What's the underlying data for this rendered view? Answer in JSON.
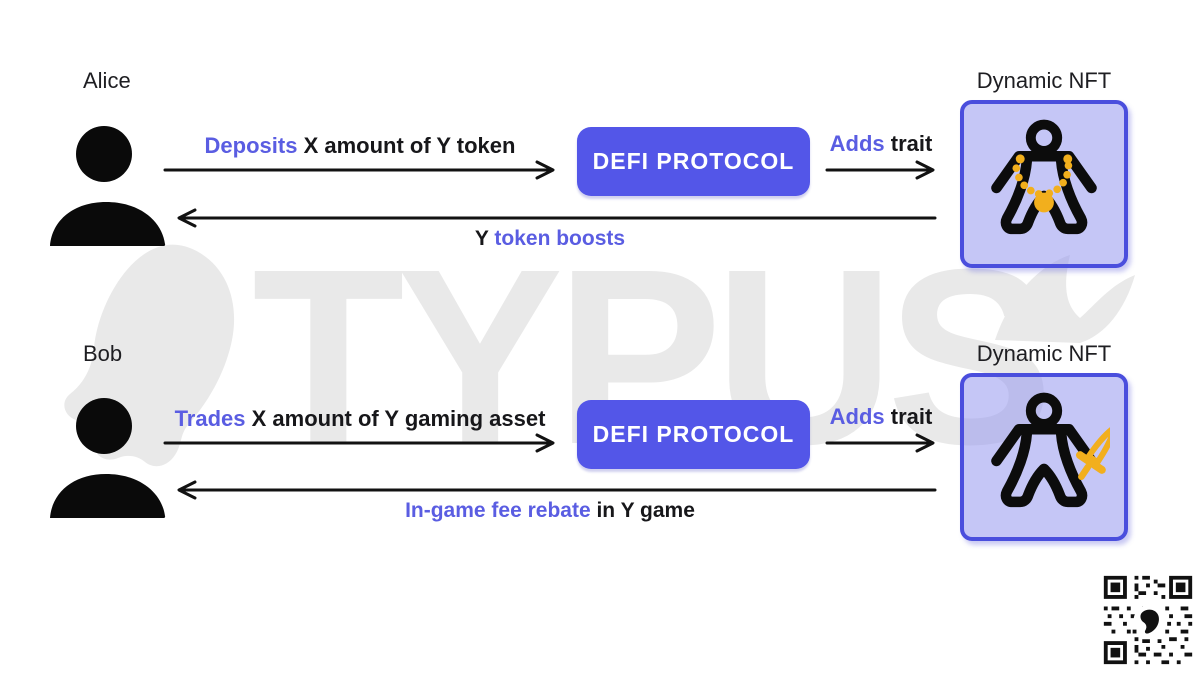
{
  "colors": {
    "accent": "#5a5de2",
    "protocol_button_bg": "#5356e8",
    "nft_border": "#4a4edd",
    "nft_fill": "#c5c6f4",
    "trait_gold": "#F2AF1D",
    "text_dark": "#17171a",
    "watermark_gray": "#e9e9e9"
  },
  "watermark": {
    "text": "TYPUS",
    "logo": "typus-fish-logo"
  },
  "flows": [
    {
      "actor": "Alice",
      "forward_highlight": "Deposits",
      "forward_rest": " X amount of Y token",
      "protocol_label": "DEFI PROTOCOL",
      "adds_highlight": "Adds",
      "adds_rest": " trait",
      "nft_title": "Dynamic NFT",
      "nft_trait": "gold-necklace",
      "return_pre": "Y ",
      "return_highlight": "token boosts",
      "return_post": ""
    },
    {
      "actor": "Bob",
      "forward_highlight": "Trades",
      "forward_rest": " X amount of Y gaming asset",
      "protocol_label": "DEFI PROTOCOL",
      "adds_highlight": "Adds",
      "adds_rest": " trait",
      "nft_title": "Dynamic NFT",
      "nft_trait": "gold-sword",
      "return_pre": "",
      "return_highlight": "In-game fee rebate",
      "return_post": " in Y game"
    }
  ],
  "qr": {
    "name": "qr-code",
    "center_logo": "typus-fish-logo"
  }
}
